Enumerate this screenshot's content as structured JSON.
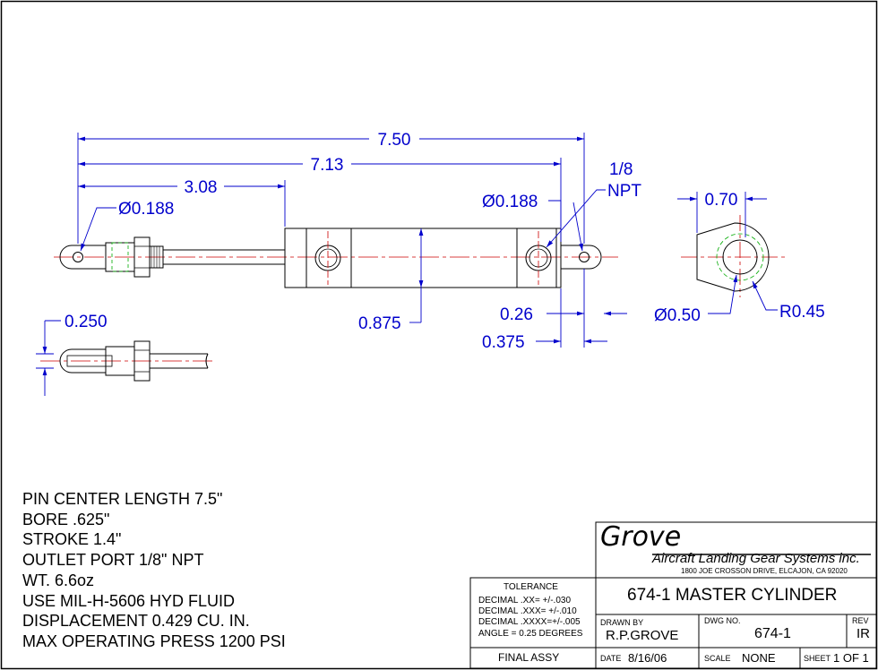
{
  "dimensions": {
    "overall_length": "7.50",
    "body_length": "7.13",
    "rod_length": "3.08",
    "rod_end_hole": "Ø0.188",
    "body_end_hole": "Ø0.188",
    "port_label_line1": "1/8",
    "port_label_line2": "NPT",
    "clevis_width": "0.70",
    "clevis_hole": "Ø0.50",
    "clevis_radius": "R0.45",
    "body_diameter": "0.875",
    "tang_offset": "0.26",
    "tang_length": "0.375",
    "slot_width": "0.250"
  },
  "notes": [
    "PIN CENTER LENGTH 7.5\"",
    "BORE .625\"",
    "STROKE 1.4\"",
    "OUTLET PORT 1/8\" NPT",
    "WT. 6.6oz",
    "USE MIL-H-5606 HYD FLUID",
    "DISPLACEMENT 0.429 CU. IN.",
    "MAX OPERATING PRESS 1200 PSI"
  ],
  "title_block": {
    "company": "Grove",
    "company_full": "Aircraft Landing Gear Systems inc.",
    "address": "1800 JOE CROSSON DRIVE, ELCAJON, CA 92020",
    "tolerance_title": "TOLERANCE",
    "tolerance_lines": [
      "DECIMAL .XX= +/-.030",
      "DECIMAL .XXX= +/-.010",
      "DECIMAL .XXXX=+/-.005",
      "ANGLE = 0.25 DEGREES"
    ],
    "drawing_title": "674-1 MASTER CYLINDER",
    "drawn_by_label": "DRAWN BY",
    "drawn_by": "R.P.GROVE",
    "dwg_no_label": "DWG NO.",
    "dwg_no": "674-1",
    "rev_label": "REV",
    "rev": "IR",
    "final_assy": "FINAL ASSY",
    "date_label": "DATE",
    "date": "8/16/06",
    "scale_label": "SCALE",
    "scale": "NONE",
    "sheet_label": "SHEET",
    "sheet": "1 OF 1"
  },
  "colors": {
    "outline": "#000000",
    "dimension": "#0000cc",
    "centerline": "#cc0000",
    "hidden": "#00aa00"
  }
}
